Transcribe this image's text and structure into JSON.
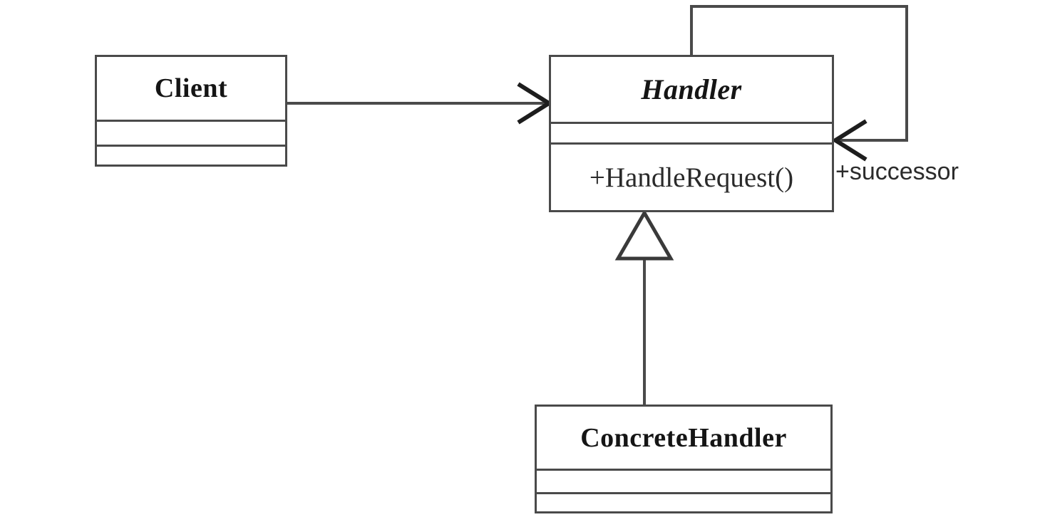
{
  "diagram": {
    "title": "Chain of Responsibility pattern class diagram",
    "type": "uml-class-diagram",
    "background_color": "#ffffff",
    "stroke_color": "#4a4a4a",
    "text_color": "#151515"
  },
  "classes": [
    {
      "id": "client",
      "name": "Client",
      "abstract": false,
      "attributes": [],
      "operations": []
    },
    {
      "id": "handler",
      "name": "Handler",
      "abstract": true,
      "attributes": [],
      "operations": [
        "+HandleRequest()"
      ]
    },
    {
      "id": "concretehandler",
      "name": "ConcreteHandler",
      "abstract": false,
      "attributes": [],
      "operations": []
    }
  ],
  "relationships": [
    {
      "id": "client-handler",
      "kind": "association",
      "from": "Client",
      "to": "Handler",
      "arrowhead": "open",
      "label": ""
    },
    {
      "id": "handler-successor",
      "kind": "association",
      "from": "Handler",
      "to": "Handler",
      "arrowhead": "open",
      "label": "+successor"
    },
    {
      "id": "concretehandler-handler",
      "kind": "generalization",
      "from": "ConcreteHandler",
      "to": "Handler",
      "arrowhead": "hollow-triangle",
      "label": ""
    }
  ]
}
